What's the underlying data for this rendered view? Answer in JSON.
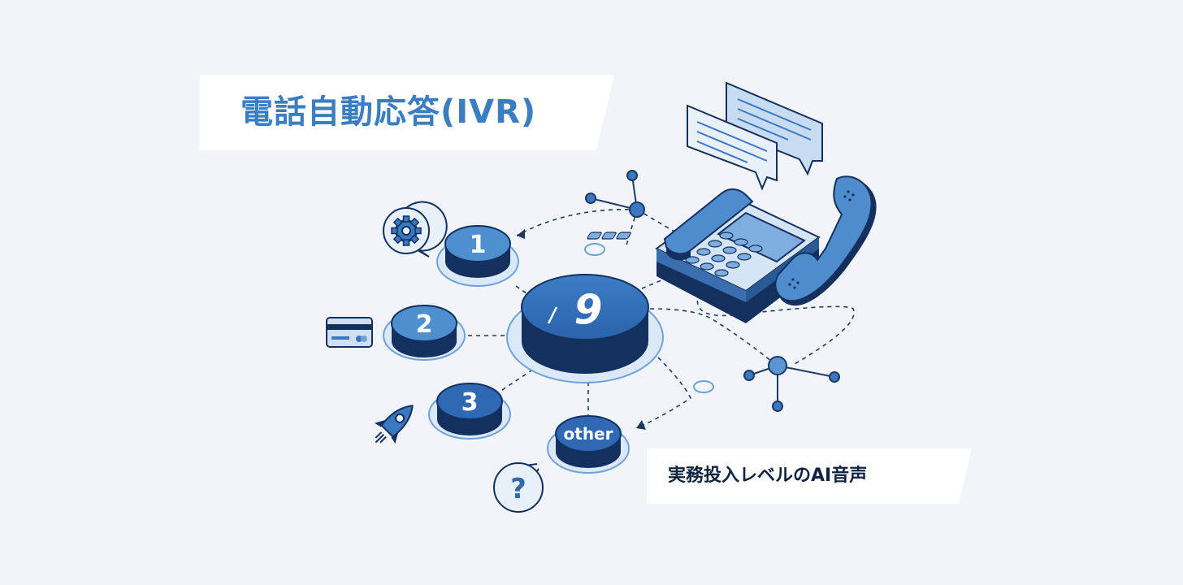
{
  "title": "電話自動応答(IVR)",
  "subtitle": "実務投入レベルのAI音声",
  "keys": {
    "k1": "1",
    "k2": "2",
    "k3": "3",
    "k9": "9",
    "other": "other"
  },
  "question_mark": "?",
  "icons": [
    "gear-icon",
    "credit-card-icon",
    "rocket-icon",
    "question-icon",
    "chat-bubbles-icon",
    "desk-phone-icon",
    "network-node-icon"
  ],
  "colors": {
    "background": "#f1f5f9",
    "navy": "#0f2a55",
    "button_blue": "#4a86c8",
    "light_blue": "#b9d4ef",
    "title_blue": "#3a7dc0"
  }
}
